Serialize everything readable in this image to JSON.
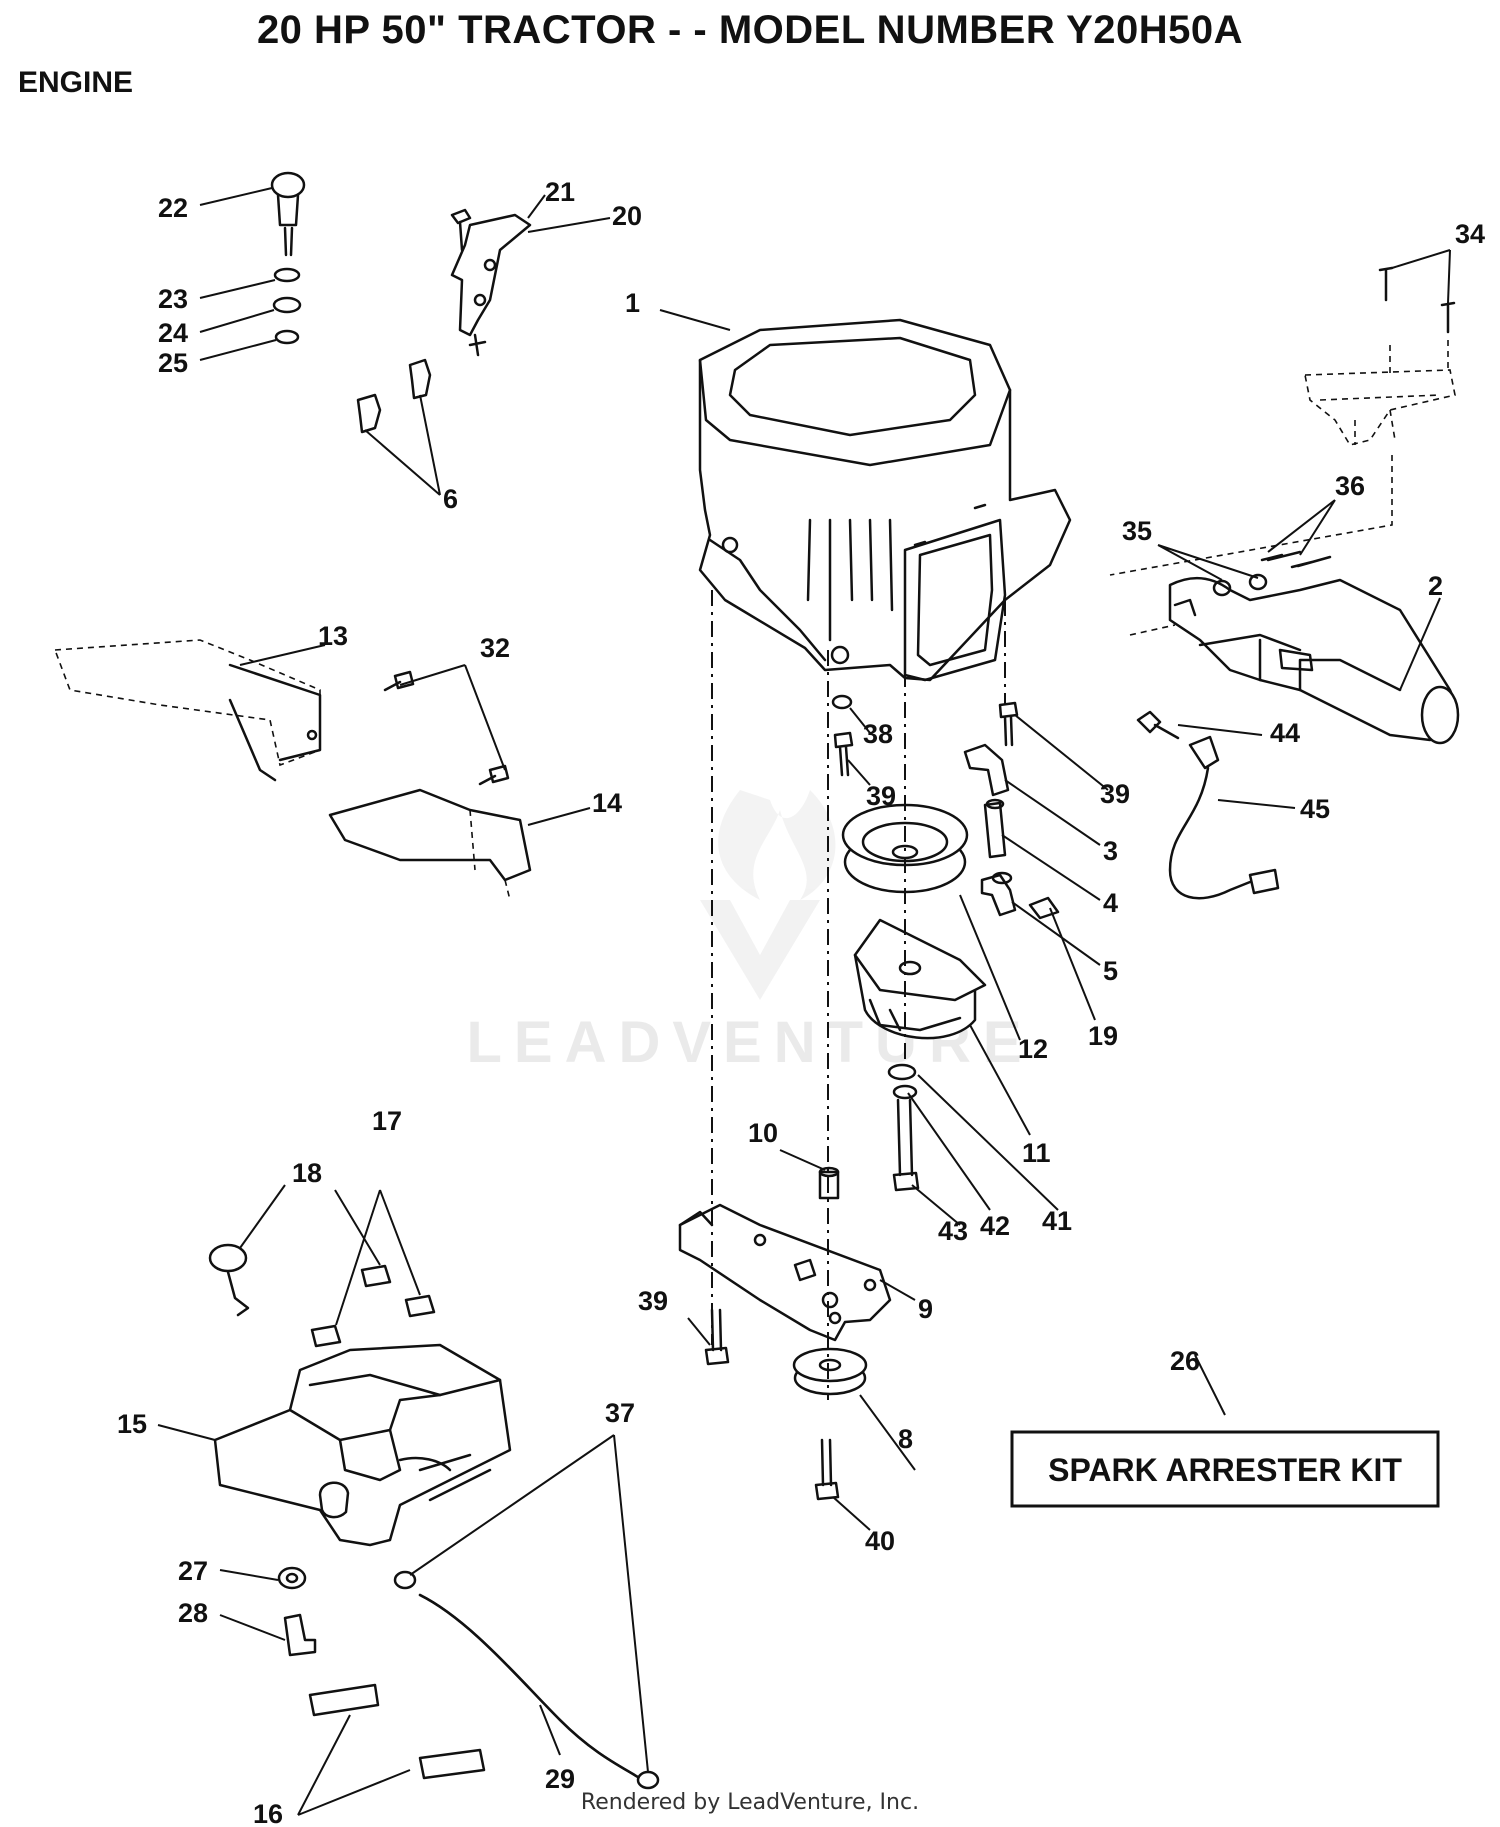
{
  "header": {
    "title": "20 HP 50\" TRACTOR - - MODEL NUMBER Y20H50A",
    "section": "ENGINE"
  },
  "kit": {
    "label": "SPARK ARRESTER KIT"
  },
  "watermark": "LEADVENTURE",
  "footer": "Rendered by LeadVenture, Inc.",
  "callouts": [
    "1",
    "2",
    "3",
    "4",
    "5",
    "6",
    "8",
    "9",
    "10",
    "11",
    "12",
    "13",
    "14",
    "15",
    "16",
    "17",
    "18",
    "19",
    "20",
    "21",
    "22",
    "23",
    "24",
    "25",
    "26",
    "27",
    "28",
    "29",
    "32",
    "34",
    "35",
    "36",
    "37",
    "38",
    "39",
    "39",
    "39",
    "40",
    "41",
    "42",
    "43",
    "44",
    "45"
  ]
}
